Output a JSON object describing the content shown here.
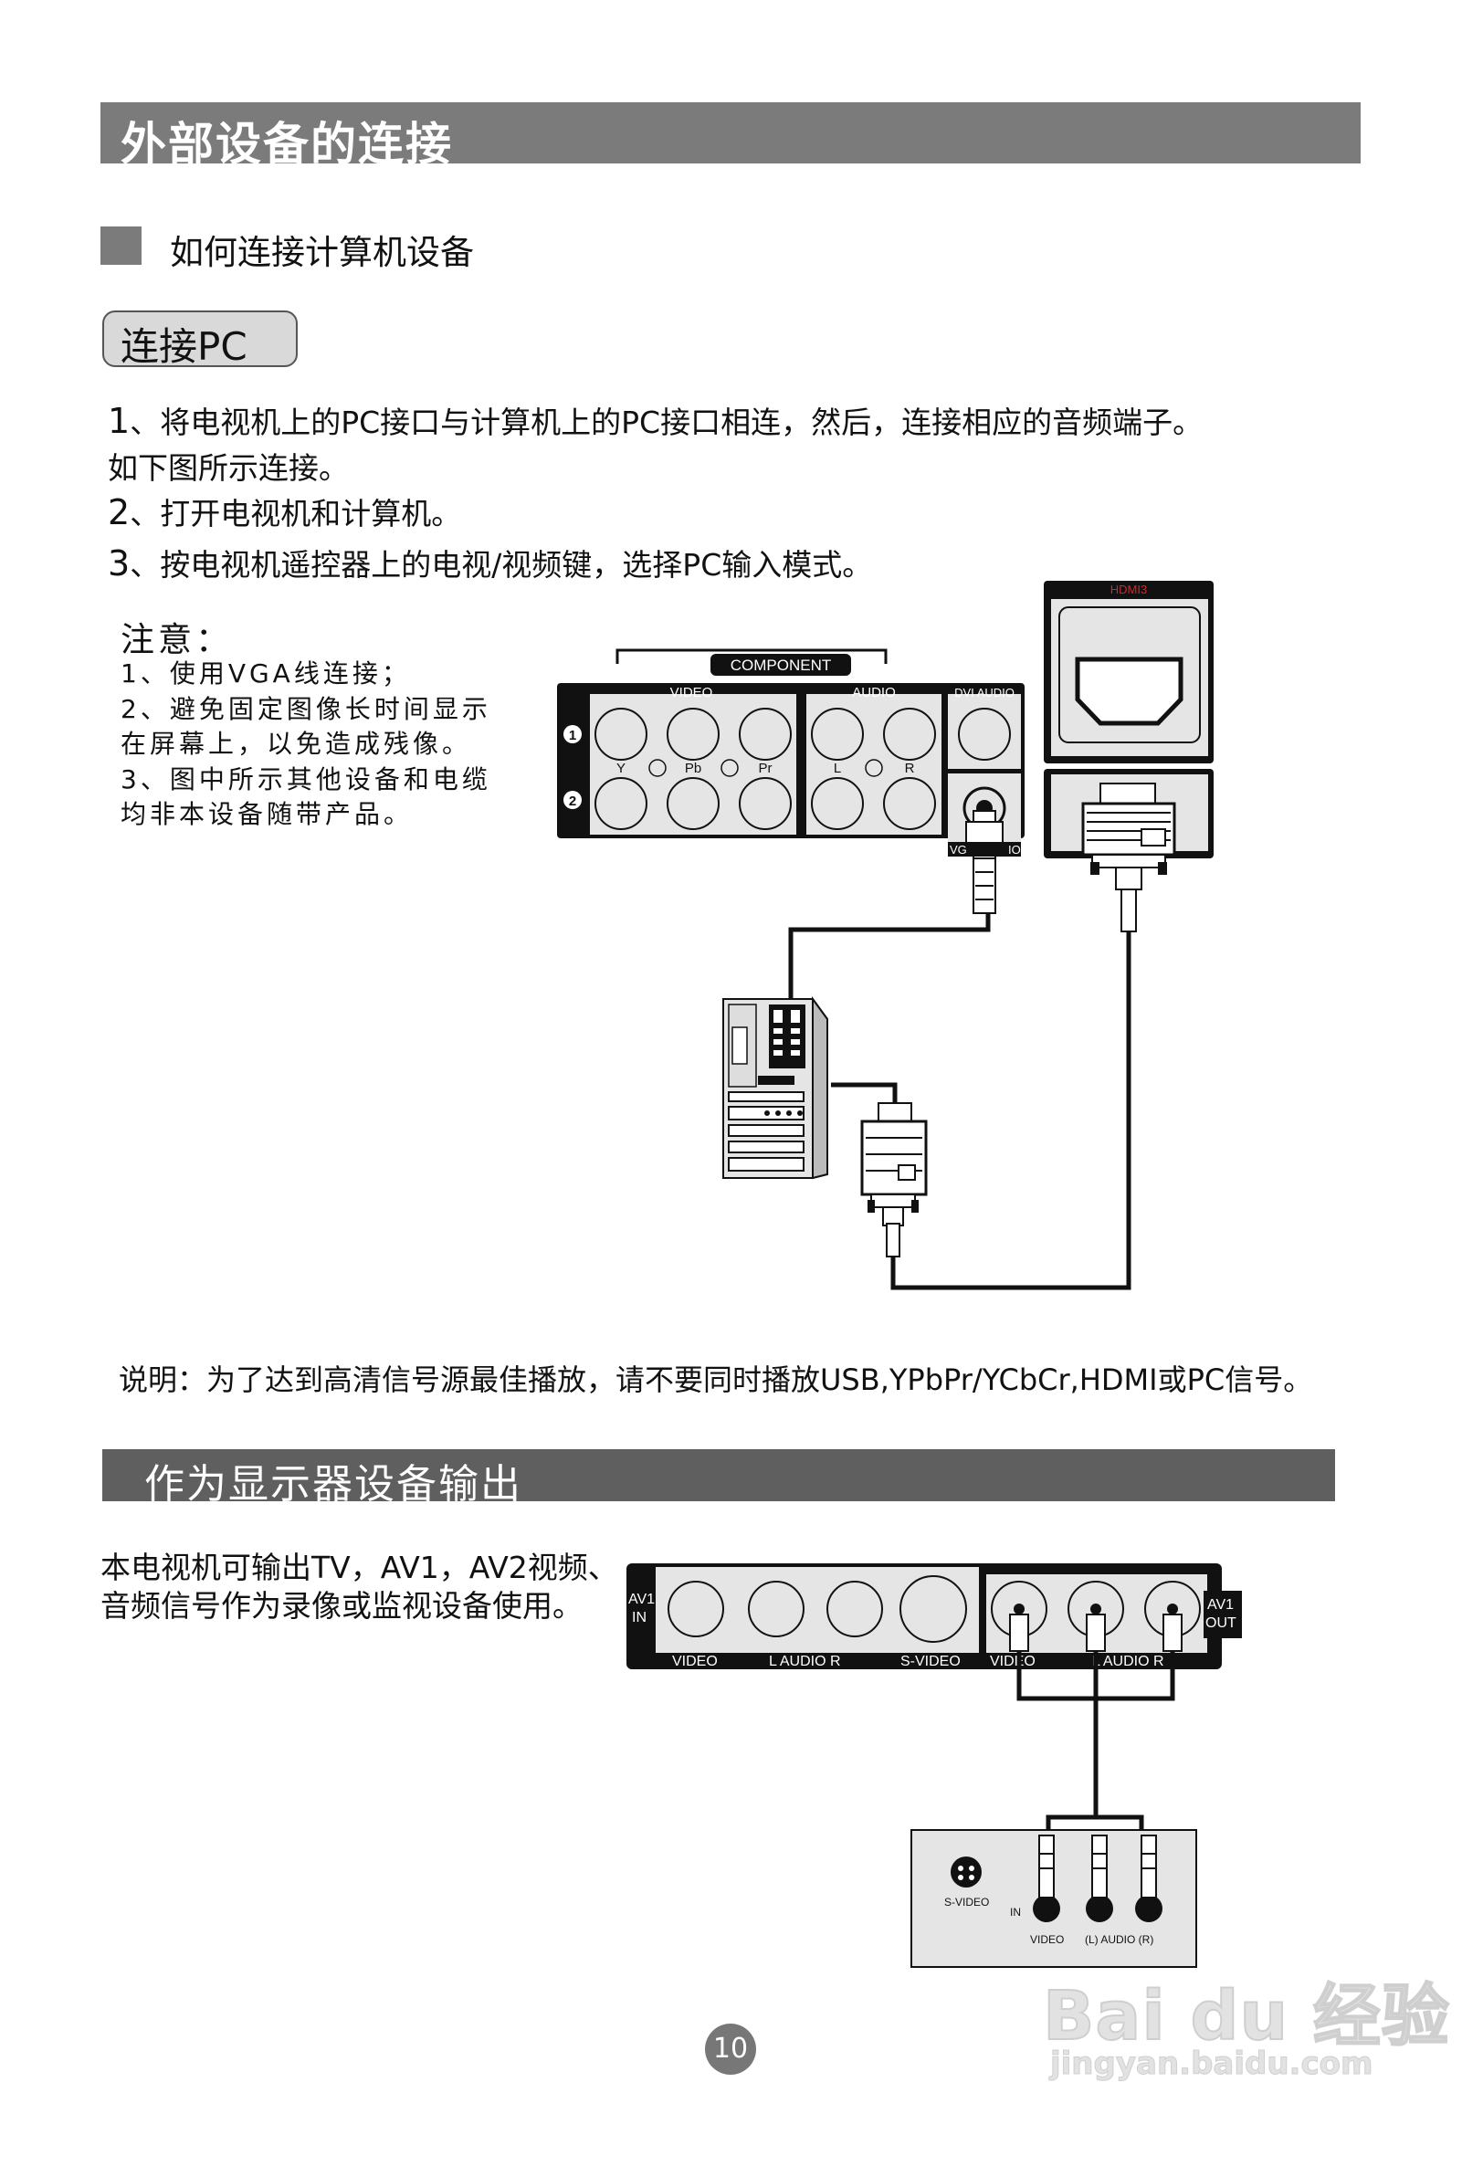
{
  "page": {
    "title": "外部设备的连接",
    "section1_heading": "如何连接计算机设备",
    "pill_label": "连接PC",
    "steps": [
      {
        "num": "1",
        "text": "、将电视机上的PC接口与计算机上的PC接口相连，然后，连接相应的音频端子。"
      },
      {
        "cont": "如下图所示连接。"
      },
      {
        "num": "2",
        "text": "、打开电视机和计算机。"
      },
      {
        "num": "3",
        "text": "、按电视机遥控器上的电视/视频键，选择PC输入模式。"
      }
    ],
    "note": {
      "title": "注意：",
      "lines": [
        "1、使用VGA线连接；",
        "2、避免固定图像长时间显示",
        "在屏幕上，以免造成残像。",
        "3、图中所示其他设备和电缆",
        "均非本设备随带产品。"
      ]
    },
    "remark": "说明：为了达到高清信号源最佳播放，请不要同时播放USB,YPbPr/YCbCr,HDMI或PC信号。",
    "section2_heading": "作为显示器设备输出",
    "output_text": [
      "本电视机可输出TV，AV1，AV2视频、",
      "音频信号作为录像或监视设备使用。"
    ],
    "page_number": "10"
  },
  "diagram1": {
    "component": "COMPONENT",
    "video": "VIDEO",
    "audio": "AUDIO",
    "dvi_audio": "DVI AUDIO",
    "hdmi": "HDMI3",
    "y": "Y",
    "pb": "Pb",
    "pr": "Pr",
    "l": "L",
    "r": "R",
    "row1": "1",
    "row2": "2",
    "vga_partial": "VG",
    "io_partial": "IO"
  },
  "diagram2": {
    "av1_in_1": "AV1",
    "av1_in_2": "IN",
    "av1_out_1": "AV1",
    "av1_out_2": "OUT",
    "video": "VIDEO",
    "l_audio_r": "L  AUDIO  R",
    "s_video": "S-VIDEO",
    "vid_partial": "VIDEO",
    "l_audio_r2": "L AUDIO R",
    "vcr_svideo": "S-VIDEO",
    "vcr_in": "IN",
    "vcr_video": "VIDEO",
    "vcr_audio": "(L) AUDIO (R)"
  },
  "watermark": {
    "brand": "Bai du 经验",
    "url": "jingyan.baidu.com"
  },
  "colors": {
    "band": "#7b7b7b",
    "band2": "#5f5f5f",
    "hdmi_red": "#cc2a2a"
  }
}
